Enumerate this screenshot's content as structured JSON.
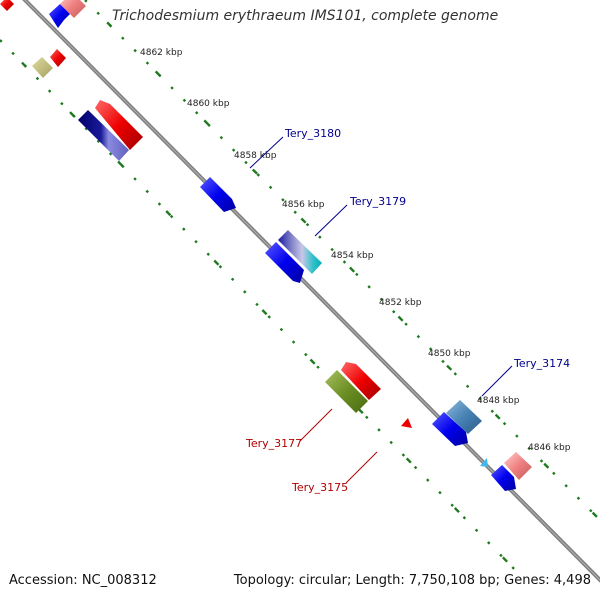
{
  "header": {
    "title": "Trichodesmium erythraeum IMS101, complete genome"
  },
  "footer": {
    "accession": "Accession: NC_008312",
    "summary": "Topology: circular; Length: 7,750,108 bp; Genes: 4,498"
  },
  "colors": {
    "backbone": "#808080",
    "ticks": "#1f7a1f",
    "forward_gene": "#0000ee",
    "reverse_gene": "#ee0000",
    "label_forward": "#00008b",
    "label_reverse": "#b00000"
  },
  "kbp_labels": [
    "4862 kbp",
    "4860 kbp",
    "4858 kbp",
    "4856 kbp",
    "4854 kbp",
    "4852 kbp",
    "4850 kbp",
    "4848 kbp",
    "4846 kbp"
  ],
  "gene_labels": [
    {
      "text": "Tery_3180",
      "strand": "forward"
    },
    {
      "text": "Tery_3179",
      "strand": "forward"
    },
    {
      "text": "Tery_3174",
      "strand": "forward"
    },
    {
      "text": "Tery_3177",
      "strand": "reverse"
    },
    {
      "text": "Tery_3175",
      "strand": "reverse"
    }
  ]
}
